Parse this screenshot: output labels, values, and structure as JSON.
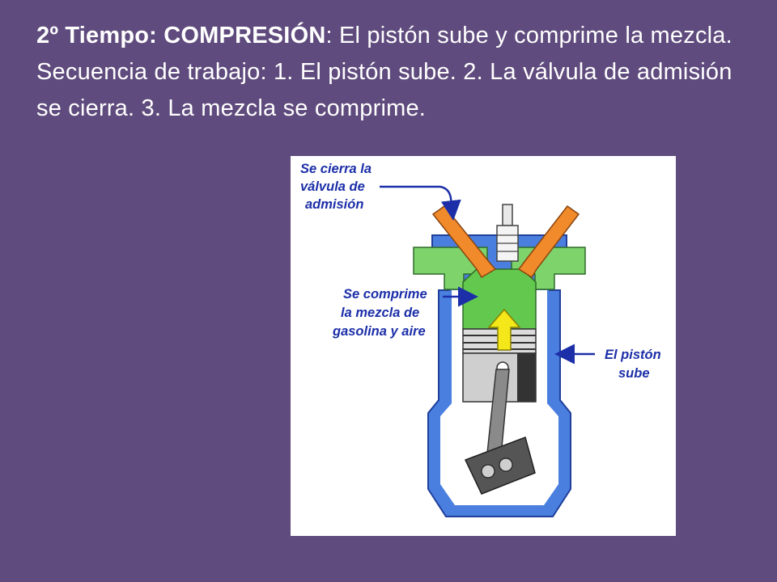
{
  "slide": {
    "heading_bold": "2º Tiempo: COMPRESIÓN",
    "heading_rest": ": El pistón sube y comprime la mezcla. Secuencia de trabajo: 1. El pistón sube. 2. La válvula de admisión se cierra. 3. La mezcla se comprime."
  },
  "diagram": {
    "labels": {
      "valve_line1": "Se cierra la",
      "valve_line2": "válvula de",
      "valve_line3": "admisión",
      "mix_line1": "Se comprime",
      "mix_line2": "la mezcla de",
      "mix_line3": "gasolina y aire",
      "piston_line1": "El pistón",
      "piston_line2": "sube"
    },
    "colors": {
      "background": "#5f4b7d",
      "cylinder_wall": "#4a7fe0",
      "wall_outline": "#1f3f9a",
      "head_green": "#7ed36b",
      "mixture_green": "#63c94e",
      "valves": "#f08a2a",
      "piston": "#cfcfcf",
      "arrow_up": "#f4e81a",
      "label_blue": "#1c2fa8"
    }
  }
}
